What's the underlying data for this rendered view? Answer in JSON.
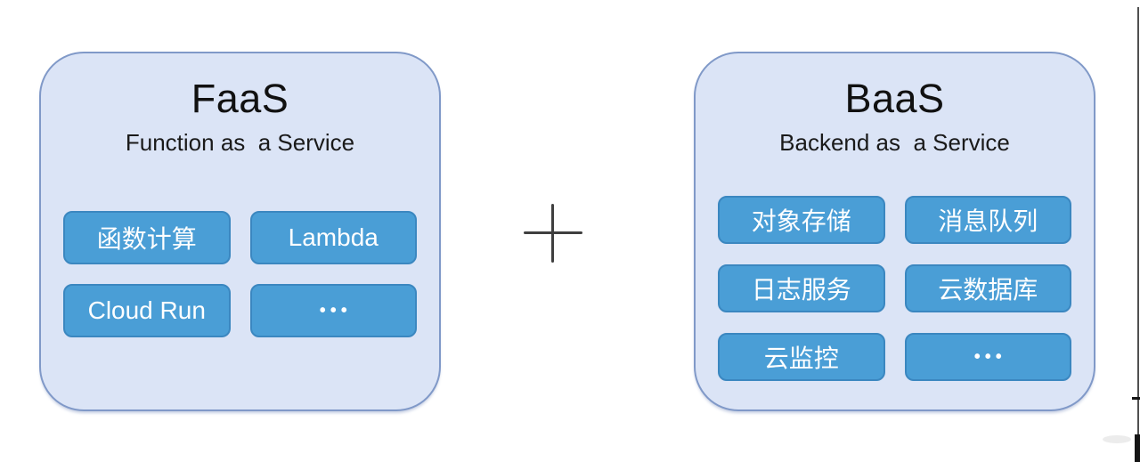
{
  "diagram": {
    "plus_symbol": "+",
    "faas": {
      "title": "FaaS",
      "subtitle": "Function as  a Service",
      "items": [
        {
          "label": "函数计算"
        },
        {
          "label": "Lambda"
        },
        {
          "label": "Cloud Run"
        },
        {
          "label": "•••"
        }
      ]
    },
    "baas": {
      "title": "BaaS",
      "subtitle": "Backend as  a Service",
      "items": [
        {
          "label": "对象存储"
        },
        {
          "label": "消息队列"
        },
        {
          "label": "日志服务"
        },
        {
          "label": "云数据库"
        },
        {
          "label": "云监控"
        },
        {
          "label": "•••"
        }
      ]
    },
    "colors": {
      "panel_background": "#dbe4f6",
      "panel_border": "#8099c8",
      "chip_background": "#4a9ed6",
      "chip_border": "#3b87c0",
      "chip_text": "#ffffff",
      "title_text": "#111111",
      "plus_sign": "#3f3f3f"
    }
  }
}
